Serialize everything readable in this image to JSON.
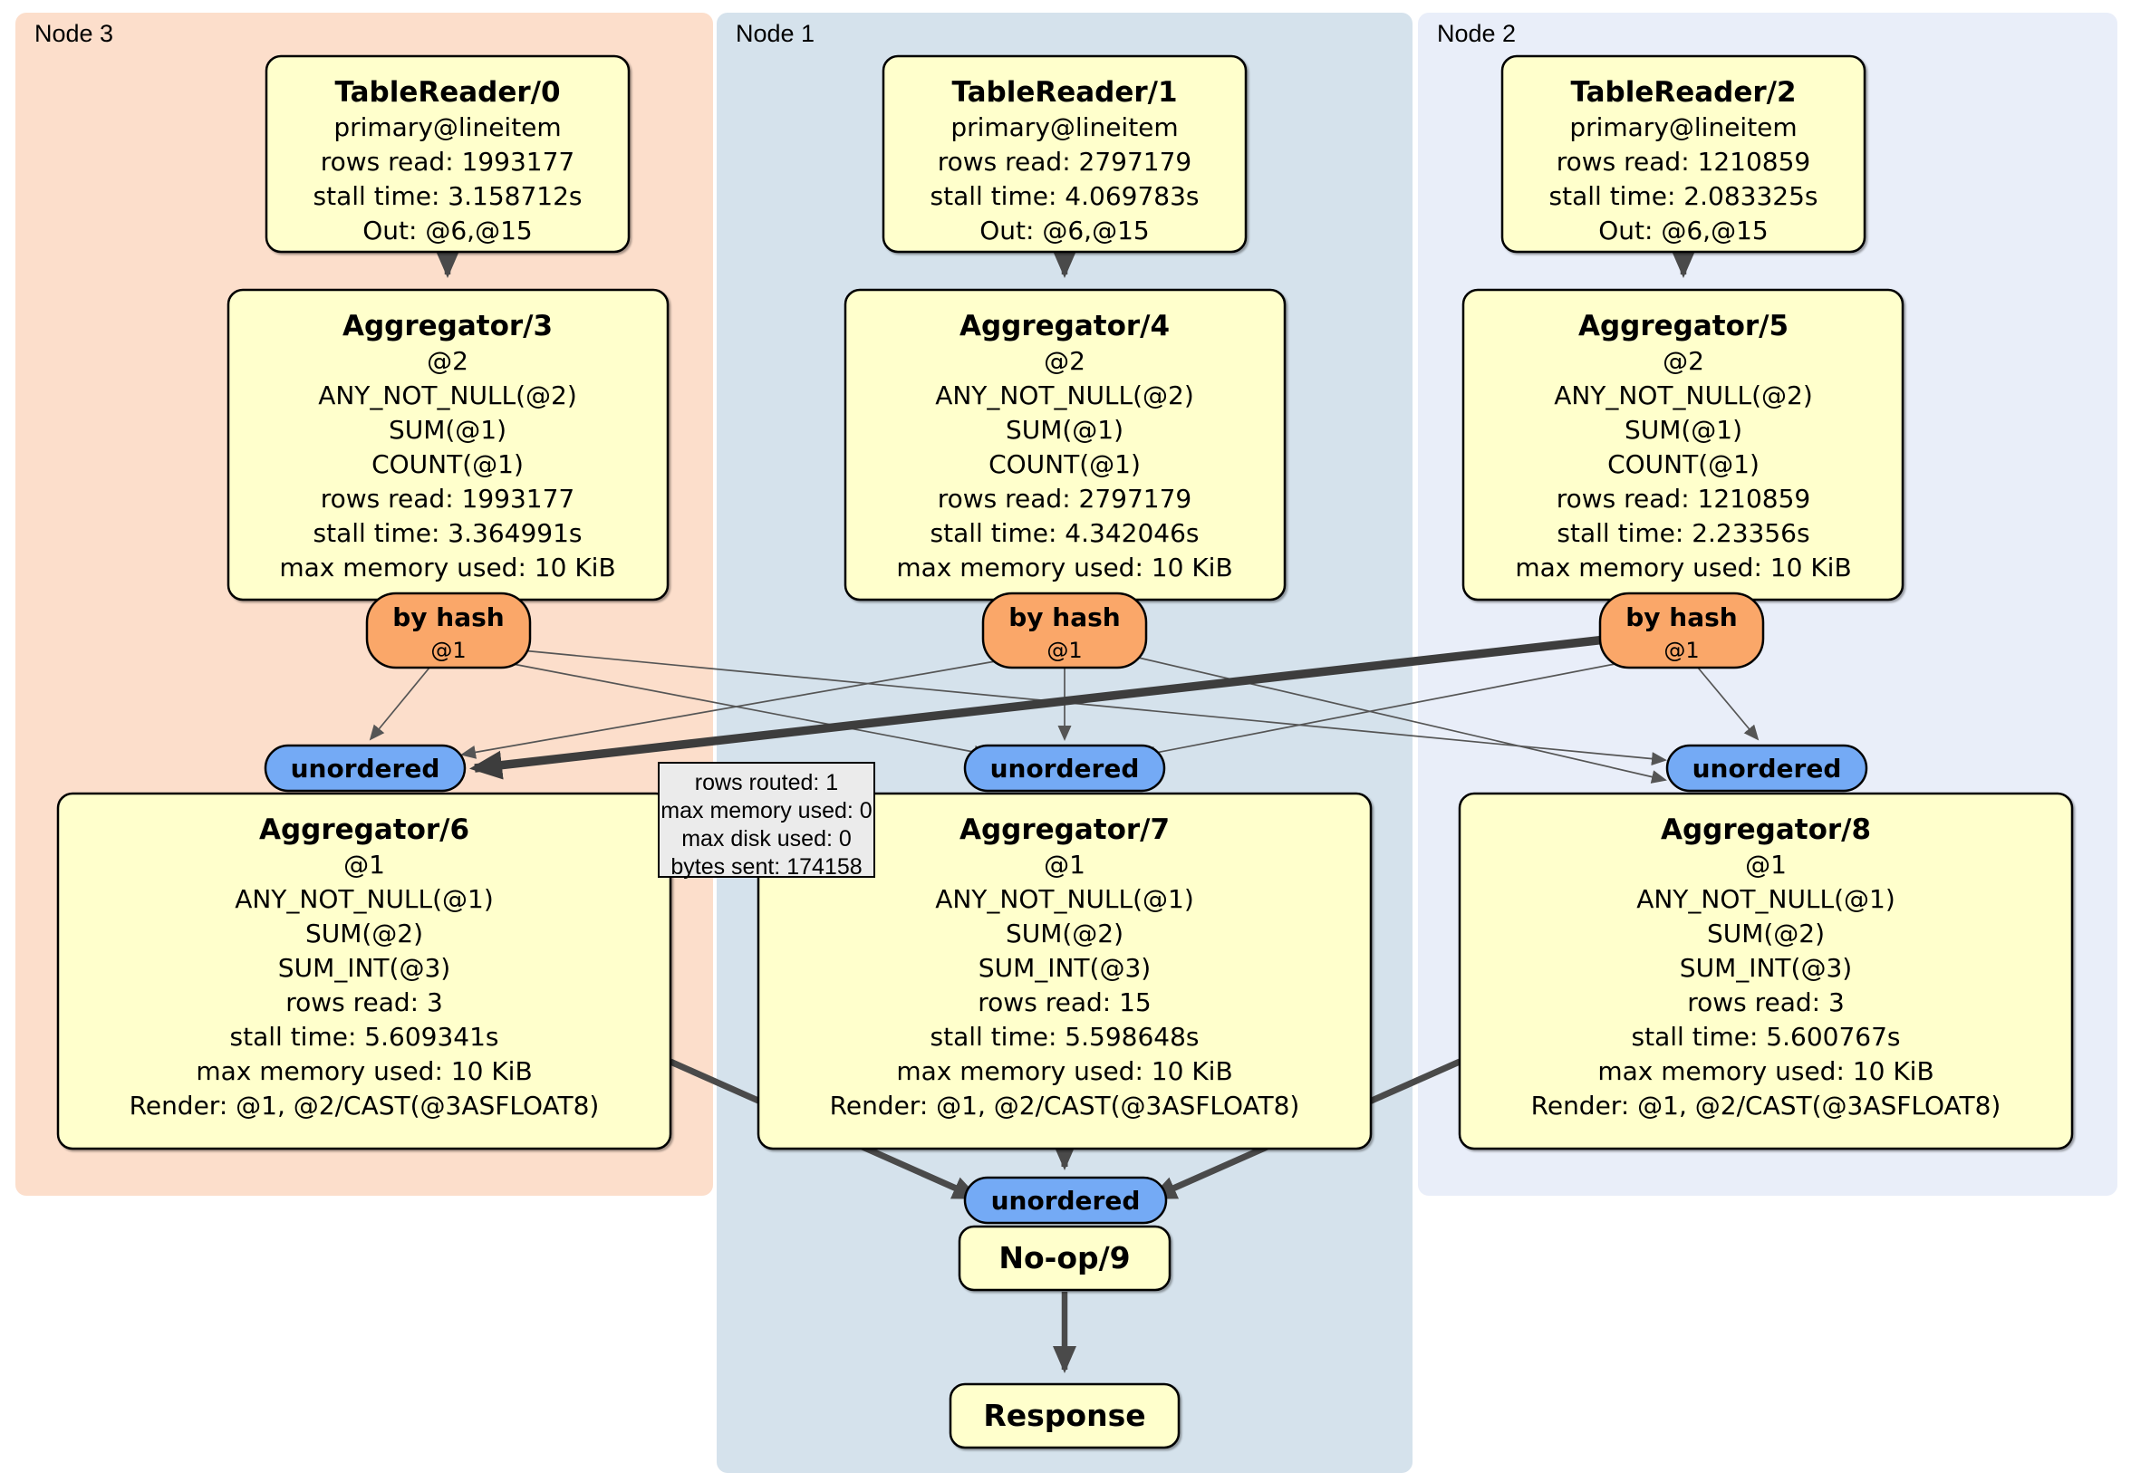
{
  "diagram": {
    "regions": [
      {
        "id": "node3",
        "label": "Node 3",
        "color": "#fcdecb"
      },
      {
        "id": "node1",
        "label": "Node 1",
        "color": "#d5e2ec"
      },
      {
        "id": "node2",
        "label": "Node 2",
        "color": "#e9eef9"
      }
    ],
    "labels": {
      "by_hash": "by hash",
      "at1": "@1",
      "unordered": "unordered"
    },
    "tooltip": {
      "lines": [
        "rows routed: 1",
        "max memory used: 0",
        "max disk used: 0",
        "bytes sent: 174158"
      ]
    },
    "processors": {
      "tr0": {
        "title": "TableReader/0",
        "lines": [
          "primary@lineitem",
          "rows read: 1993177",
          "stall time: 3.158712s",
          "Out: @6,@15"
        ]
      },
      "tr1": {
        "title": "TableReader/1",
        "lines": [
          "primary@lineitem",
          "rows read: 2797179",
          "stall time: 4.069783s",
          "Out: @6,@15"
        ]
      },
      "tr2": {
        "title": "TableReader/2",
        "lines": [
          "primary@lineitem",
          "rows read: 1210859",
          "stall time: 2.083325s",
          "Out: @6,@15"
        ]
      },
      "agg3": {
        "title": "Aggregator/3",
        "lines": [
          "@2",
          "ANY_NOT_NULL(@2)",
          "SUM(@1)",
          "COUNT(@1)",
          "rows read: 1993177",
          "stall time: 3.364991s",
          "max memory used: 10 KiB"
        ]
      },
      "agg4": {
        "title": "Aggregator/4",
        "lines": [
          "@2",
          "ANY_NOT_NULL(@2)",
          "SUM(@1)",
          "COUNT(@1)",
          "rows read: 2797179",
          "stall time: 4.342046s",
          "max memory used: 10 KiB"
        ]
      },
      "agg5": {
        "title": "Aggregator/5",
        "lines": [
          "@2",
          "ANY_NOT_NULL(@2)",
          "SUM(@1)",
          "COUNT(@1)",
          "rows read: 1210859",
          "stall time: 2.23356s",
          "max memory used: 10 KiB"
        ]
      },
      "agg6": {
        "title": "Aggregator/6",
        "lines": [
          "@1",
          "ANY_NOT_NULL(@1)",
          "SUM(@2)",
          "SUM_INT(@3)",
          "rows read: 3",
          "stall time: 5.609341s",
          "max memory used: 10 KiB",
          "Render: @1, @2/CAST(@3ASFLOAT8)"
        ]
      },
      "agg7": {
        "title": "Aggregator/7",
        "lines": [
          "@1",
          "ANY_NOT_NULL(@1)",
          "SUM(@2)",
          "SUM_INT(@3)",
          "rows read: 15",
          "stall time: 5.598648s",
          "max memory used: 10 KiB",
          "Render: @1, @2/CAST(@3ASFLOAT8)"
        ]
      },
      "agg8": {
        "title": "Aggregator/8",
        "lines": [
          "@1",
          "ANY_NOT_NULL(@1)",
          "SUM(@2)",
          "SUM_INT(@3)",
          "rows read: 3",
          "stall time: 5.600767s",
          "max memory used: 10 KiB",
          "Render: @1, @2/CAST(@3ASFLOAT8)"
        ]
      },
      "noop9": {
        "title": "No-op/9"
      },
      "response": {
        "title": "Response"
      }
    },
    "colors": {
      "processor_fill": "#ffffcc",
      "router_fill": "#faa769",
      "stream_fill": "#74aaf5",
      "tooltip_fill": "#ebebeb",
      "edge": "#555555",
      "edge_thick": "#3d3d3d"
    }
  }
}
